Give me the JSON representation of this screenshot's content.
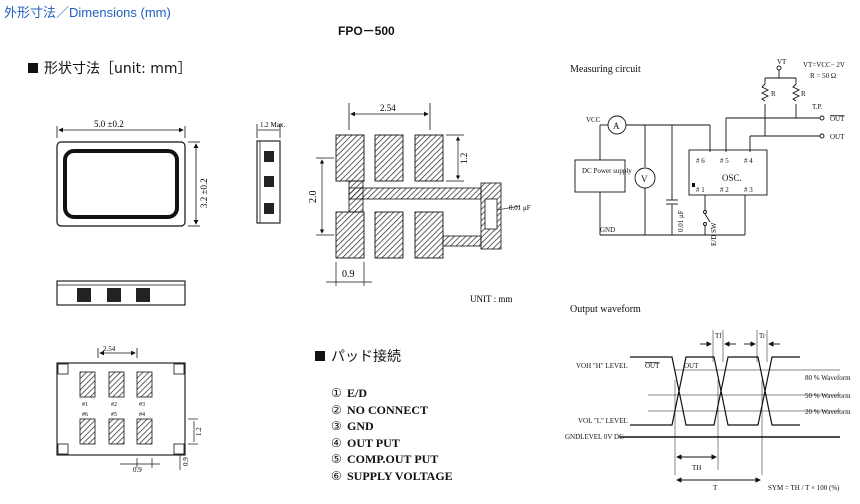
{
  "header": {
    "page_title": "外形寸法／Dimensions (mm)",
    "model": "FPO－500"
  },
  "dimensions": {
    "section_title": "形状寸法［unit: mm］",
    "width_label": "5.0 ±0.2",
    "height_label": "3.2 ±0.2",
    "max_height_label": "1.2 Max.",
    "pad_pitch_top": "2.54",
    "pad_height": "1.2",
    "pad_span": "2.0",
    "pad_width": "0.9",
    "capacitor_label": "0.01 μF",
    "bottom_pitch": "2.54",
    "bottom_pad_h": "1.2",
    "bottom_pad_w": "0.9",
    "bottom_gap": "0.9",
    "pin_labels": [
      "#1",
      "#2",
      "#3",
      "#6",
      "#5",
      "#4"
    ],
    "unit_note": "UNIT : mm"
  },
  "pads": {
    "section_title": "パッド接続",
    "items": [
      {
        "num": "①",
        "label": "E/D"
      },
      {
        "num": "②",
        "label": "NO CONNECT"
      },
      {
        "num": "③",
        "label": "GND"
      },
      {
        "num": "④",
        "label": "OUT PUT"
      },
      {
        "num": "⑤",
        "label": "COMP.OUT PUT"
      },
      {
        "num": "⑥",
        "label": "SUPPLY VOLTAGE"
      }
    ]
  },
  "measuring_circuit": {
    "title": "Measuring circuit",
    "vt": "VT",
    "vt_formula": "VT=VCC− 2V",
    "r_value": "R = 50 Ω",
    "r": "R",
    "tp": "T.P.",
    "out_bar": "OUT",
    "out": "OUT",
    "vcc": "VCC",
    "ammeter": "A",
    "voltmeter": "V",
    "dc_power": "DC Power supply",
    "osc": "OSC.",
    "pins_top": [
      "# 6",
      "# 5",
      "# 4"
    ],
    "pins_bottom": [
      "# 1",
      "# 2",
      "# 3"
    ],
    "cap": "0.01 μF",
    "ed_sw": "E/D SW",
    "gnd": "GND"
  },
  "waveform": {
    "title": "Output waveform",
    "voh": "VOH \"H\" LEVEL",
    "vol": "VOL \"L\" LEVEL",
    "gnd_level": "GNDLEVEL 0V DC",
    "out_bar": "OUT",
    "out": "OUT",
    "tf": "Tf",
    "tr": "Tr",
    "th": "TH",
    "t": "T",
    "p80": "80 % Waveform",
    "p50": "50 % Waveform",
    "p20": "20 % Waveform",
    "sym": "SYM = TH / T × 100 (%)"
  }
}
